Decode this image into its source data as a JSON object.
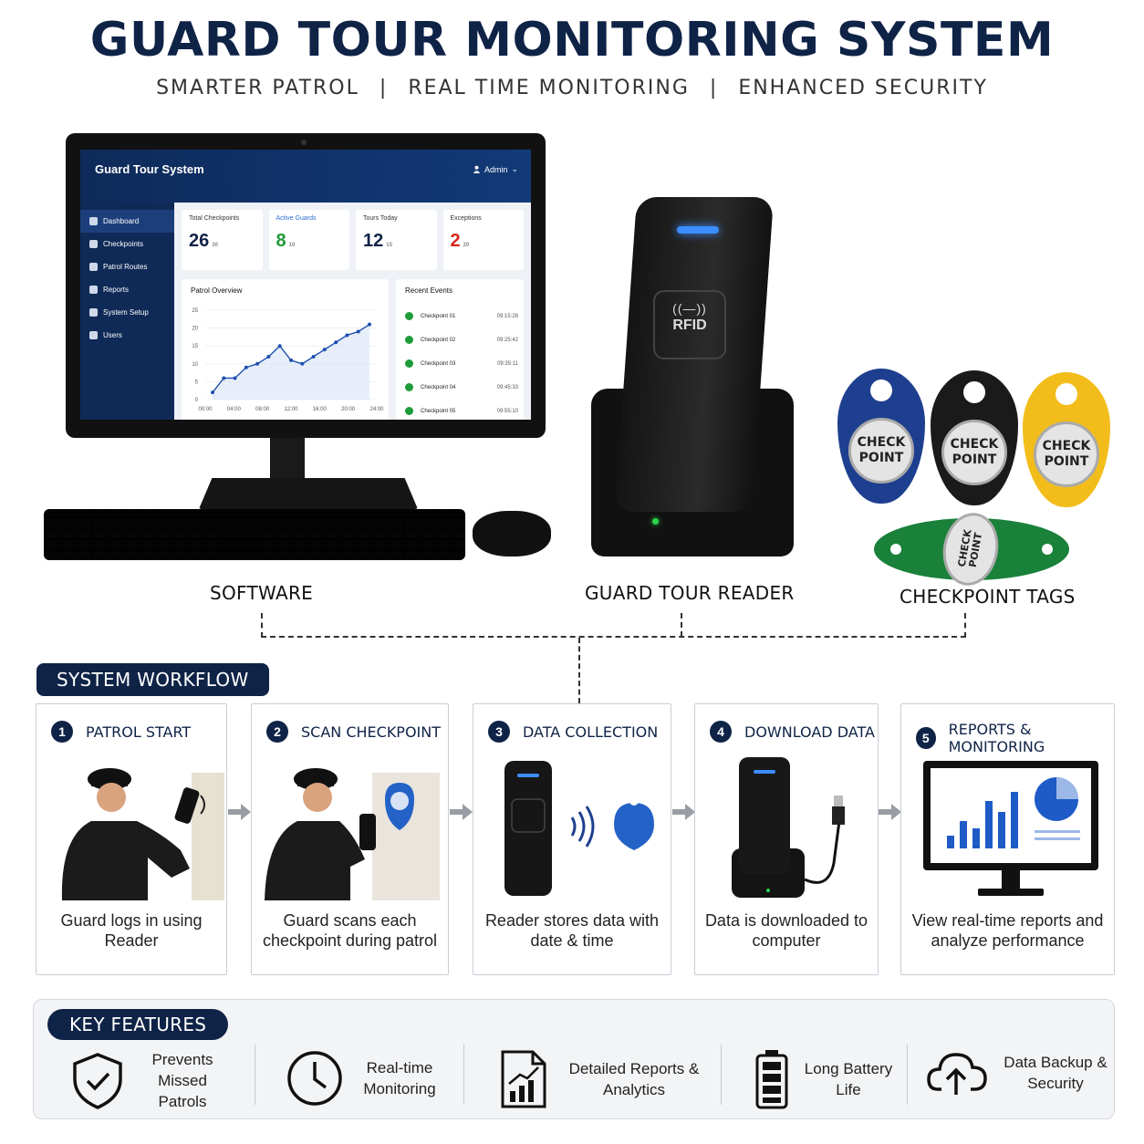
{
  "header": {
    "title": "GUARD TOUR MONITORING SYSTEM",
    "taglines": [
      "SMARTER PATROL",
      "REAL TIME MONITORING",
      "ENHANCED SECURITY"
    ],
    "separator": "|"
  },
  "software_screen": {
    "app_title": "Guard Tour System",
    "user": "Admin",
    "nav": [
      "Dashboard",
      "Checkpoints",
      "Patrol Routes",
      "Reports",
      "System Setup",
      "Users"
    ],
    "active_nav": "Dashboard",
    "stats": [
      {
        "label": "Total Checkpoints",
        "value": "26",
        "unit": "30"
      },
      {
        "label": "Active Guards",
        "value": "8",
        "unit": "10"
      },
      {
        "label": "Tours Today",
        "value": "12",
        "unit": "15"
      },
      {
        "label": "Exceptions",
        "value": "2",
        "unit": "20"
      }
    ],
    "patrol_overview": {
      "title": "Patrol Overview",
      "y_ticks": [
        "25",
        "20",
        "15",
        "10",
        "5",
        "0"
      ],
      "x_ticks": [
        "00:00",
        "04:00",
        "08:00",
        "12:00",
        "16:00",
        "20:00",
        "24:00"
      ],
      "values": [
        2,
        6,
        6,
        9,
        10,
        12,
        15,
        11,
        10,
        12,
        14,
        16,
        18,
        19,
        21
      ]
    },
    "recent_events": {
      "title": "Recent Events",
      "items": [
        {
          "name": "Checkpoint 01",
          "time": "09:15:28"
        },
        {
          "name": "Checkpoint 02",
          "time": "09:25:42"
        },
        {
          "name": "Checkpoint 03",
          "time": "09:35:11"
        },
        {
          "name": "Checkpoint 04",
          "time": "09:45:33"
        },
        {
          "name": "Checkpoint 05",
          "time": "09:55:10"
        }
      ]
    }
  },
  "reader": {
    "label": "RFID"
  },
  "tags": {
    "text_line1": "CHECK",
    "text_line2": "POINT"
  },
  "products": {
    "software": "SOFTWARE",
    "reader": "GUARD TOUR READER",
    "tags": "CHECKPOINT TAGS"
  },
  "workflow": {
    "title": "SYSTEM WORKFLOW",
    "steps": [
      {
        "num": "1",
        "title": "PATROL START",
        "desc": "Guard logs in using Reader"
      },
      {
        "num": "2",
        "title": "SCAN CHECKPOINT",
        "desc": "Guard scans each checkpoint during patrol"
      },
      {
        "num": "3",
        "title": "DATA COLLECTION",
        "desc": "Reader stores data with date & time"
      },
      {
        "num": "4",
        "title": "DOWNLOAD DATA",
        "desc": "Data is downloaded to computer"
      },
      {
        "num": "5",
        "title": "REPORTS & MONITORING",
        "desc": "View real-time reports and analyze performance"
      }
    ]
  },
  "key_features": {
    "title": "KEY FEATURES",
    "items": [
      {
        "icon": "shield-check-icon",
        "text": "Prevents Missed Patrols"
      },
      {
        "icon": "clock-icon",
        "text": "Real-time Monitoring"
      },
      {
        "icon": "report-chart-icon",
        "text": "Detailed Reports & Analytics"
      },
      {
        "icon": "battery-icon",
        "text": "Long Battery Life"
      },
      {
        "icon": "cloud-upload-icon",
        "text": "Data Backup & Security"
      }
    ]
  },
  "colors": {
    "navy": "#0f2347",
    "accent_blue": "#2c6ed5",
    "green": "#1e9b3a",
    "red": "#d7261e",
    "tag_blue": "#1e3f8f",
    "tag_yellow": "#f2bd1b",
    "tag_green": "#19813a"
  }
}
